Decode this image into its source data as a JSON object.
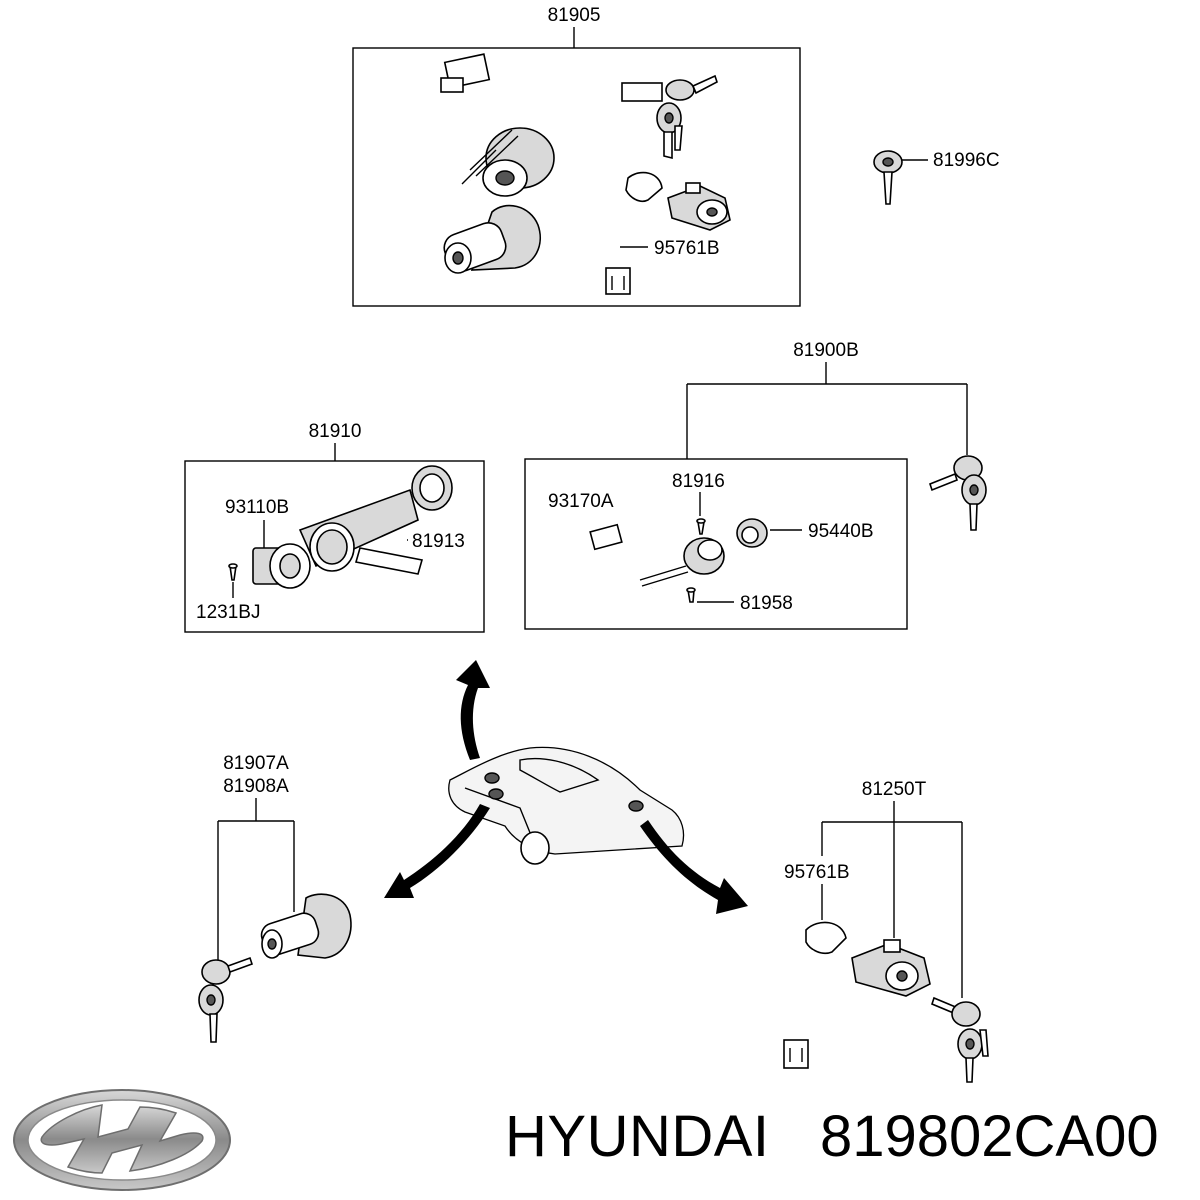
{
  "parts": {
    "p81905": "81905",
    "p81996C": "81996C",
    "p95761B_top": "95761B",
    "p81900B": "81900B",
    "p81910": "81910",
    "p93110B": "93110B",
    "p81913": "81913",
    "p1231BJ": "1231BJ",
    "p93170A": "93170A",
    "p81916": "81916",
    "p95440B": "95440B",
    "p81958": "81958",
    "p81907A": "81907A",
    "p81908A": "81908A",
    "p81250T": "81250T",
    "p95761B_bottom": "95761B"
  },
  "footer": {
    "brand": "HYUNDAI",
    "part_number": "819802CA00"
  },
  "logo": {
    "icon": "hyundai-logo-icon",
    "color": "#9a9a9a"
  }
}
